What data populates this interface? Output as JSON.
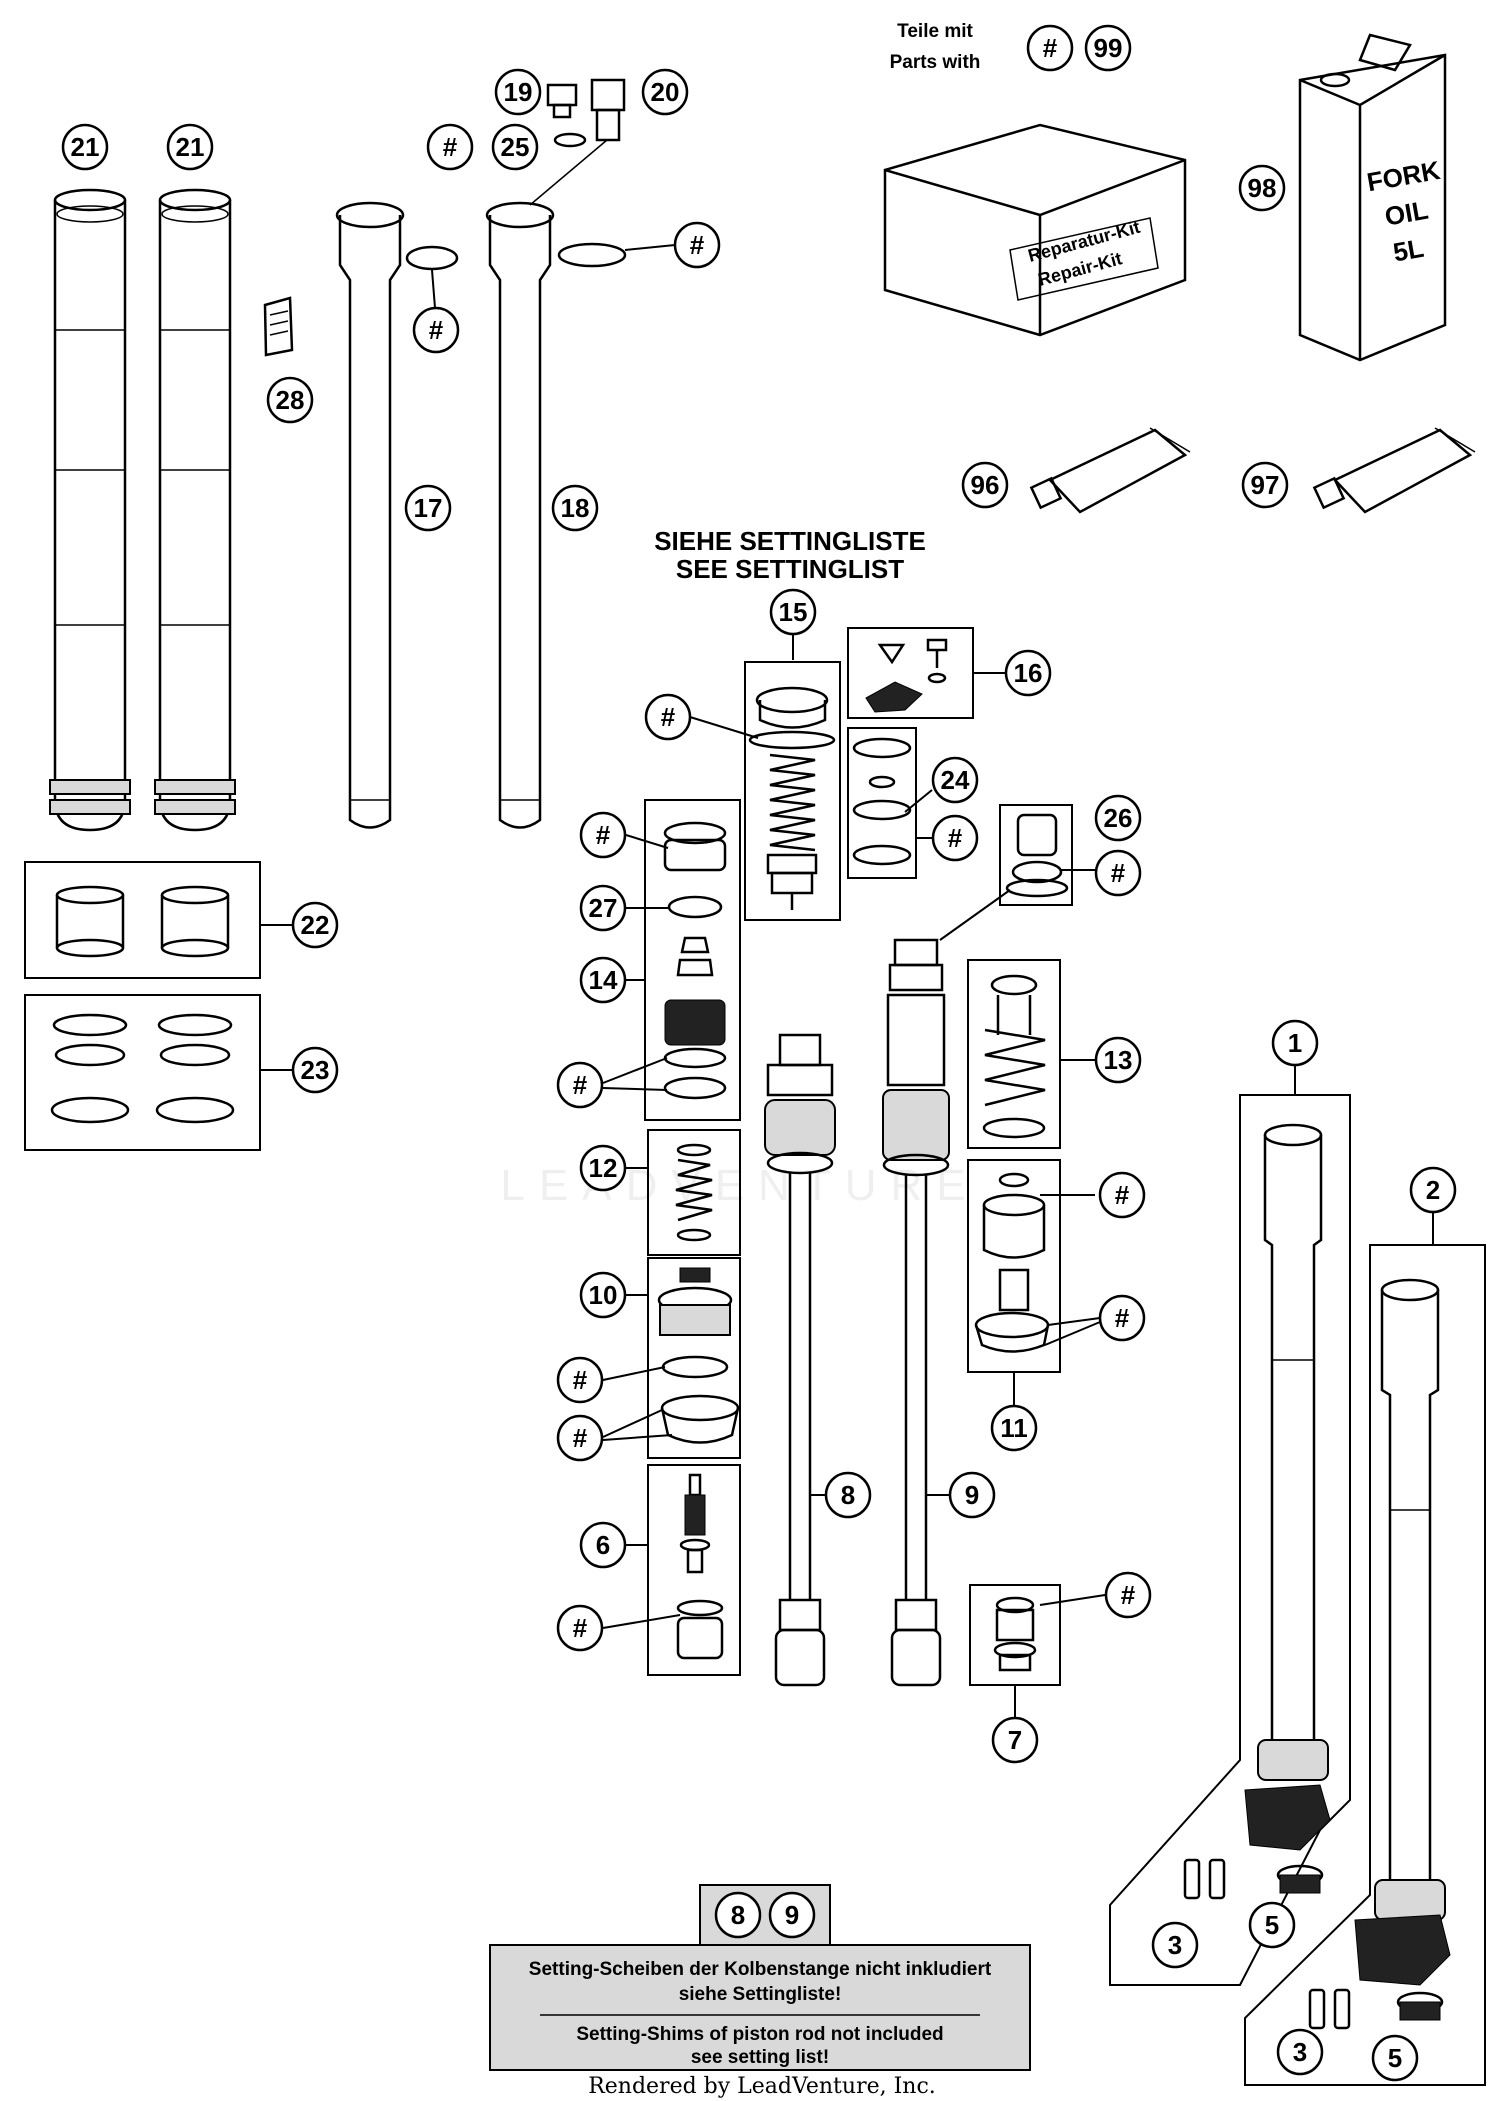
{
  "diagram_labels": {
    "p21a": "21",
    "p21b": "21",
    "p28": "28",
    "p17": "17",
    "p18": "18",
    "p19": "19",
    "p20": "20",
    "p25": "25",
    "p22": "22",
    "p23": "23",
    "p15": "15",
    "p16": "16",
    "p24": "24",
    "p26": "26",
    "p27": "27",
    "p14": "14",
    "p12": "12",
    "p10": "10",
    "p6": "6",
    "p8": "8",
    "p9": "9",
    "p13": "13",
    "p11": "11",
    "p7": "7",
    "p1": "1",
    "p2": "2",
    "p3a": "3",
    "p5a": "5",
    "p3b": "3",
    "p5b": "5",
    "p96": "96",
    "p97": "97",
    "p98": "98",
    "p99": "99",
    "hash": "#"
  },
  "kit_header": {
    "line1": "Teile mit",
    "line2": "Parts with"
  },
  "repair_kit": {
    "line1": "Reparatur-Kit",
    "line2": "Repair-Kit"
  },
  "oil_can": {
    "line1": "FORK",
    "line2": "OIL",
    "line3": "5L"
  },
  "setting_header": {
    "line1": "SIEHE SETTINGLISTE",
    "line2": "SEE SETTINGLIST"
  },
  "note_box": {
    "badges": [
      "8",
      "9"
    ],
    "de_line1": "Setting-Scheiben der Kolbenstange nicht inkludiert",
    "de_line2": "siehe Settingliste!",
    "en_line1": "Setting-Shims of piston rod not included",
    "en_line2": "see setting list!"
  },
  "watermark": "LEADVENTURE",
  "footer": "Rendered by LeadVenture, Inc.",
  "colors": {
    "line": "#000000",
    "note_fill": "#d9d9d9",
    "background": "#ffffff"
  }
}
